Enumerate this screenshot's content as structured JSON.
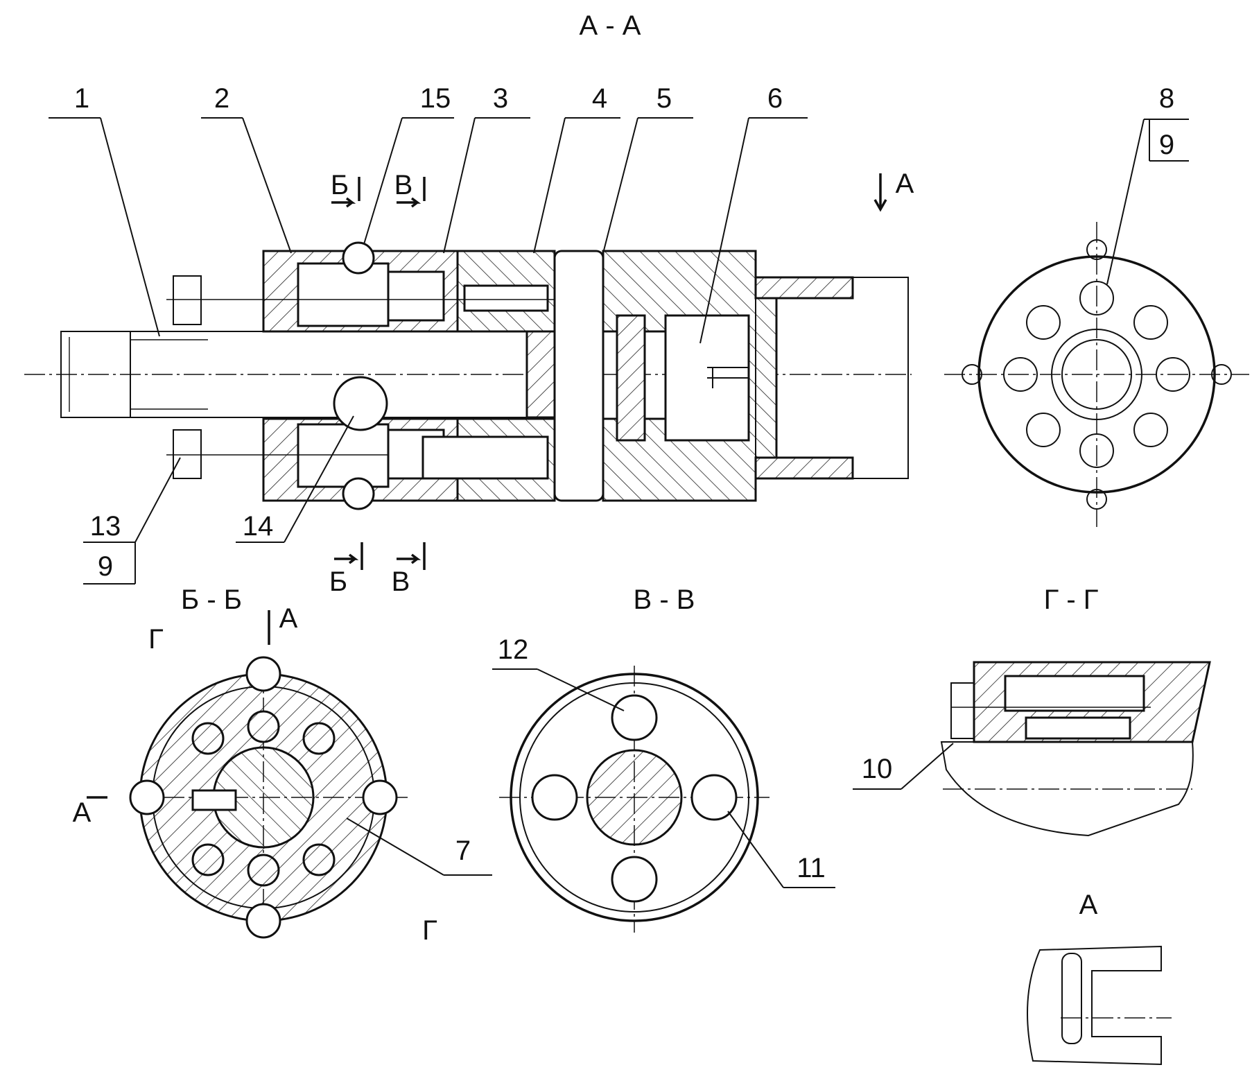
{
  "views": {
    "main_section": "А - А",
    "section_b": "Б - Б",
    "section_v": "В - В",
    "section_g": "Г - Г",
    "view_a": "А"
  },
  "markers": {
    "a": "А",
    "b": "Б",
    "v": "В",
    "g": "Г"
  },
  "parts": {
    "p1": "1",
    "p2": "2",
    "p3": "3",
    "p4": "4",
    "p5": "5",
    "p6": "6",
    "p7": "7",
    "p8": "8",
    "p9": "9",
    "p10": "10",
    "p11": "11",
    "p12": "12",
    "p13": "13",
    "p14": "14",
    "p15": "15"
  }
}
